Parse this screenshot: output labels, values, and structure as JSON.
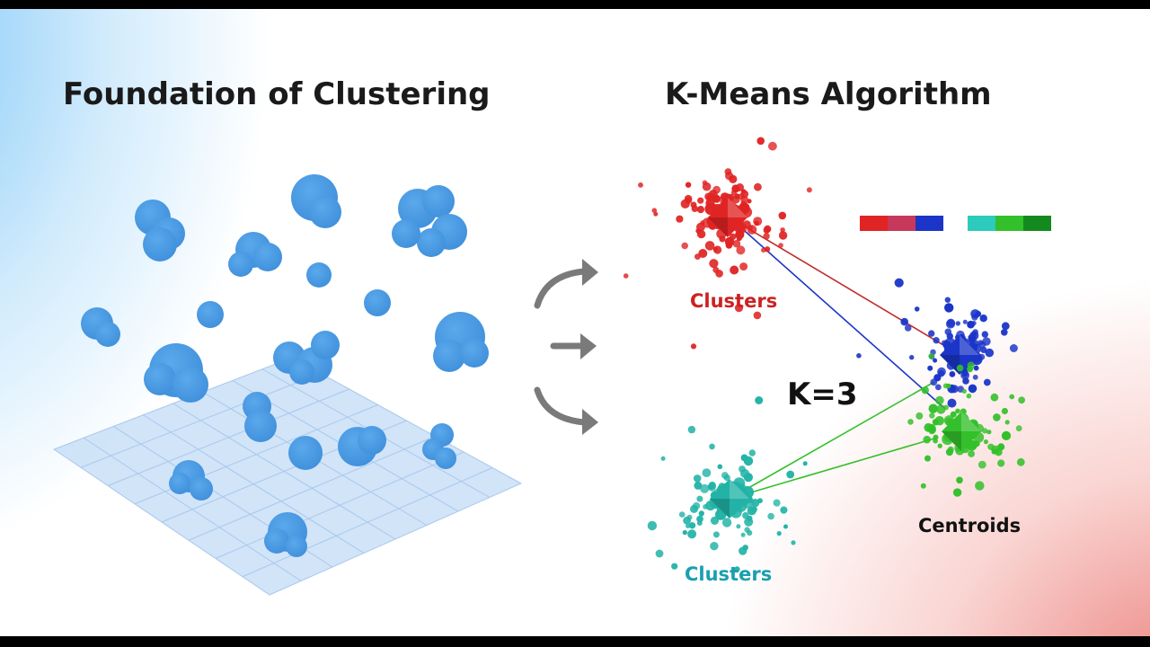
{
  "left_panel": {
    "title": "Foundation of Clustering"
  },
  "right_panel": {
    "title": "K-Means Algorithm",
    "k_label": "K=3",
    "clusters": [
      {
        "name": "red-cluster",
        "label": "Clusters",
        "color": "#e02424",
        "label_color": "#cc2222"
      },
      {
        "name": "blue-cluster",
        "label": "",
        "color": "#1a35c8"
      },
      {
        "name": "green-cluster",
        "label": "",
        "color": "#33c02a"
      },
      {
        "name": "teal-cluster",
        "label": "Clusters",
        "color": "#22b3a6",
        "label_color": "#1a9fb0"
      }
    ],
    "centroids_label": "Centroids",
    "color_key": [
      "#e02424",
      "#c8385a",
      "#1a35c8",
      "#2ccbbd",
      "#33c02a",
      "#138a1e"
    ]
  },
  "colors": {
    "blob": "#4a9be4",
    "grid_fill": "#c5ddf6",
    "grid_line": "#a9c8ec",
    "arrow": "#7a7a7a"
  }
}
